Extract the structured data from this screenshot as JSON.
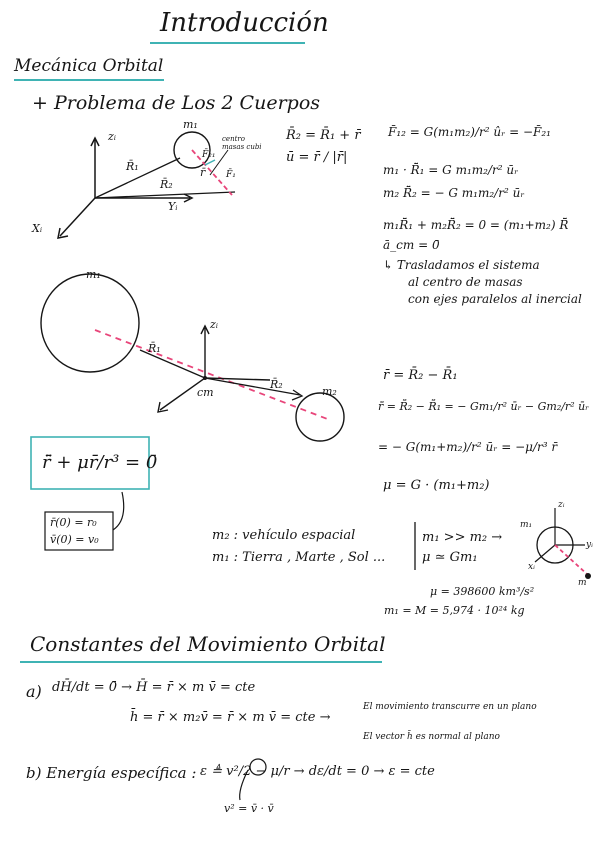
{
  "page": {
    "title": "Introducción",
    "section1": "Mecánica Orbital",
    "problem": "+ Problema de Los 2 Cuerpos"
  },
  "diagram1": {
    "m1": "m₁",
    "z": "zᵢ",
    "y": "Yᵢ",
    "x": "Xᵢ",
    "R1": "R̄₁",
    "R2": "R̄₂",
    "r": "r̄",
    "F21": "F̄₂₁",
    "F12": "F̄₁",
    "cm_label": "centro masas cubi"
  },
  "rel_eq": [
    "R̄₂ = R̄₁ + r̄",
    "ū = r̄ / |r̄|"
  ],
  "force_eqs": [
    "F̄₁₂ = G(m₁m₂)/r² ûᵣ = −F̄₂₁",
    "m₁ · R̄̈₁ = G m₁m₂/r² ūᵣ",
    "m₂ R̄̈₂ = − G m₁m₂/r² ūᵣ",
    "m₁R̄̈₁ + m₂R̄̈₂ = 0 = (m₁+m₂) R̄̈",
    "ā_cm = 0̄",
    "↳ Trasladamos el sistema",
    "al centro de masas",
    "con ejes paralelos al inercial"
  ],
  "diagram2": {
    "m1": "m₁",
    "m2": "m₂",
    "R1": "R̄₁",
    "R2": "R̄₂",
    "z": "zᵢ",
    "cm": "cm"
  },
  "rel_eqs2": [
    "r̄ = R̄₂ − R̄₁",
    "r̄̈ = R̄̈₂ − R̄̈₁ = − Gm₁/r² ūᵣ − Gm₂/r² ūᵣ",
    "= − G(m₁+m₂)/r² ūᵣ = −μ/r³ r̄",
    "μ = G · (m₁+m₂)"
  ],
  "boxed_eq": "r̄̈ + μr̄/r³ = 0̄",
  "initial_conditions": [
    "r̄(0) = r₀",
    "v̄(0) = v₀"
  ],
  "bodies": [
    "m₂ : vehículo espacial",
    "m₁ : Tierra , Marte , Sol ..."
  ],
  "approx": [
    "m₁ >> m₂ →",
    "μ ≃ Gm₁"
  ],
  "mu_values": [
    "μ = 398600 km³/s²",
    "m₁ = M = 5,974 · 10²⁴ kg"
  ],
  "small_diagram": {
    "mI": "m₁",
    "m": "m",
    "x": "xᵢ",
    "y": "yᵢ",
    "z": "zᵢ"
  },
  "section2": "Constantes del Movimiento Orbital",
  "item_a": {
    "label": "a)",
    "eq1": "dH̄/dt = 0̄  →  H̄ = r̄ × m v̄ = cte",
    "eq2": "h̄ = r̄ × m₂v̄ = r̄ × m v̄ = cte  →",
    "note1": "El movimiento transcurre en un plano",
    "note2": "El vector h̄ es normal al plano"
  },
  "item_b": {
    "label": "b) Energía específica :",
    "eq": "ε ≜ v²/2 − μ/r  →  dε/dt = 0  →  ε = cte",
    "sub": "v² = v̄ · v̄"
  },
  "colors": {
    "accent": "#3fb3b4",
    "dash": "#e8457a",
    "ink": "#161616"
  }
}
